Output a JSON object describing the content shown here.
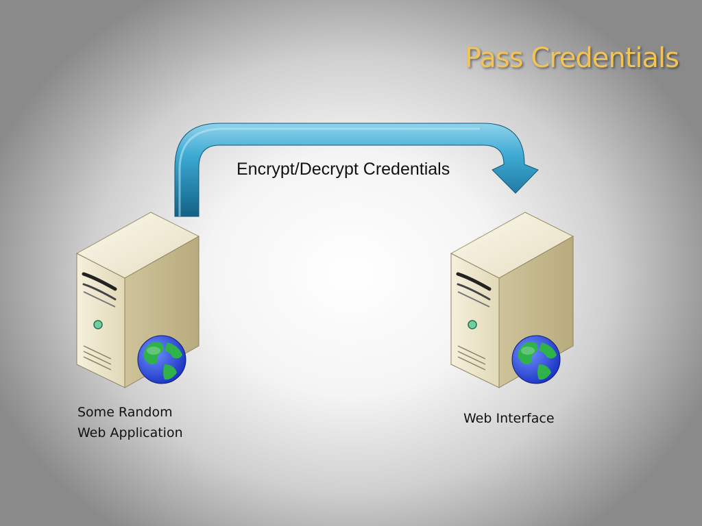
{
  "slide": {
    "title": "Pass Credentials"
  },
  "arrow": {
    "label": "Encrypt/Decrypt Credentials",
    "icon": "curved-arrow-icon",
    "color": "#2d9fc8"
  },
  "nodes": [
    {
      "icon": "web-server-icon",
      "caption_lines": [
        "Some Random",
        "Web Application"
      ]
    },
    {
      "icon": "web-server-icon",
      "caption_lines": [
        "Web Interface"
      ]
    }
  ]
}
